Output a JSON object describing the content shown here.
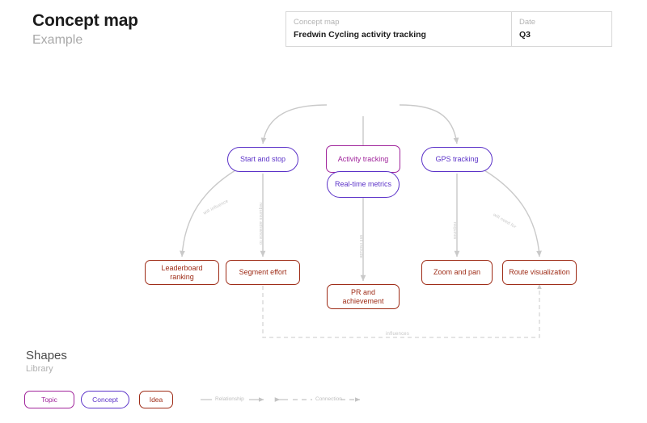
{
  "header": {
    "title": "Concept map",
    "subtitle": "Example",
    "meta": [
      {
        "label": "Concept map",
        "value": "Fredwin Cycling activity tracking"
      },
      {
        "label": "Date",
        "value": "Q3"
      }
    ]
  },
  "colors": {
    "topic": "#a0249b",
    "concept": "#5b32c8",
    "idea": "#9e2b16",
    "edge": "#c9c9c9",
    "muted": "#b0b0b0"
  },
  "map": {
    "nodes": [
      {
        "id": "activity-tracking",
        "label": "Activity tracking",
        "type": "topic"
      },
      {
        "id": "start-and-stop",
        "label": "Start and stop",
        "type": "concept"
      },
      {
        "id": "real-time-metrics",
        "label": "Real-time metrics",
        "type": "concept"
      },
      {
        "id": "gps-tracking",
        "label": "GPS tracking",
        "type": "concept"
      },
      {
        "id": "leaderboard-ranking",
        "label": "Leaderboard ranking",
        "type": "idea"
      },
      {
        "id": "segment-effort",
        "label": "Segment effort",
        "type": "idea"
      },
      {
        "id": "pr-and-achievement",
        "label": "PR and achievement",
        "type": "idea"
      },
      {
        "id": "zoom-and-pan",
        "label": "Zoom and pan",
        "type": "idea"
      },
      {
        "id": "route-visualization",
        "label": "Route visualization",
        "type": "idea"
      }
    ],
    "edge_labels": {
      "will_influence": "will influence",
      "requires_advance_to": "requires advance to",
      "will_include": "will include",
      "requires": "requires",
      "will_need_for": "will need for",
      "influences": "influences"
    }
  },
  "legend": {
    "title": "Shapes",
    "subtitle": "Library",
    "shapes": [
      {
        "label": "Topic",
        "type": "topic"
      },
      {
        "label": "Concept",
        "type": "concept"
      },
      {
        "label": "Idea",
        "type": "idea"
      }
    ],
    "lines": [
      {
        "label": "Relationship",
        "style": "solid"
      },
      {
        "label": "Connection",
        "style": "dashed"
      }
    ]
  }
}
